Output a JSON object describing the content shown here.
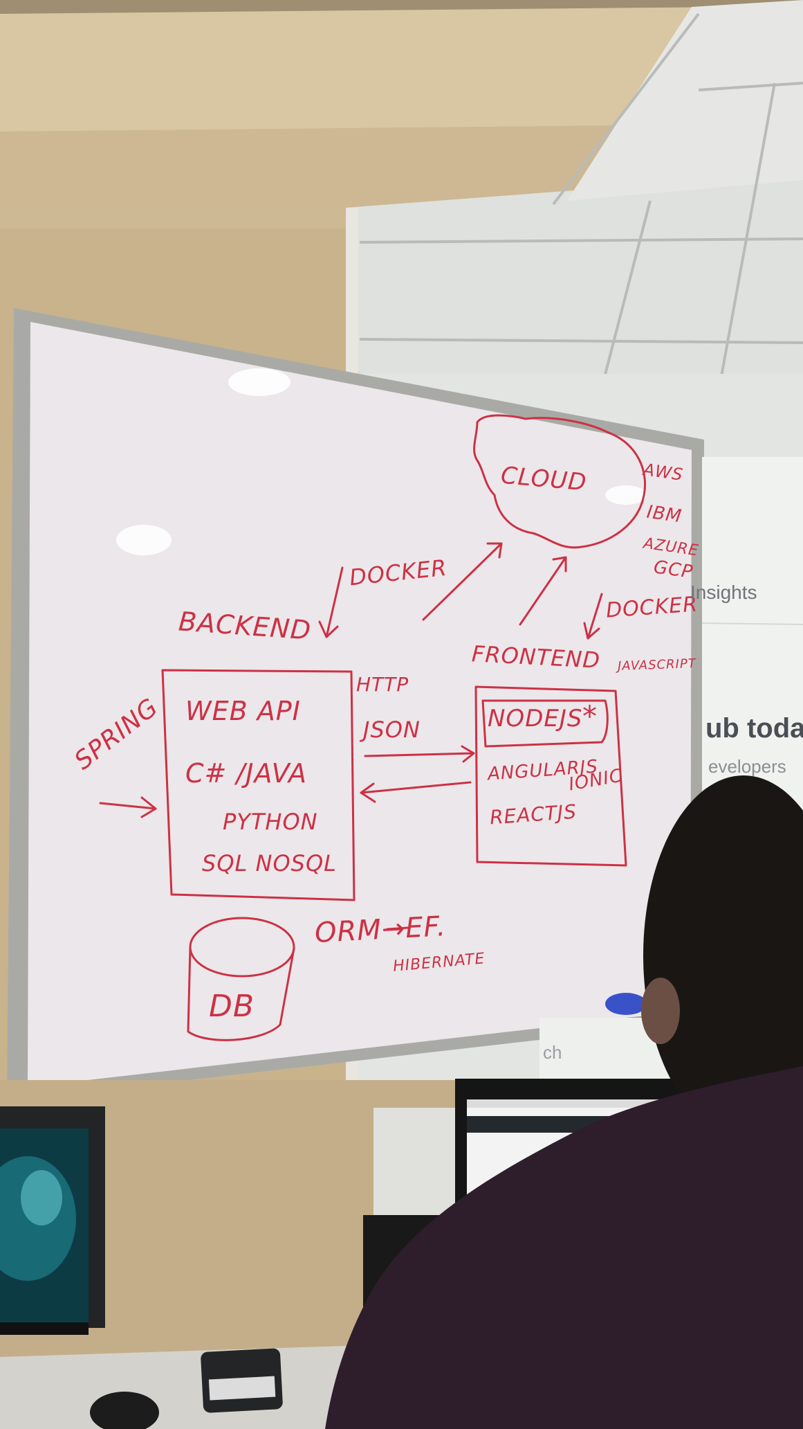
{
  "whiteboard": {
    "cloud": "CLOUD",
    "cloud_providers": [
      "AWS",
      "IBM",
      "AZURE",
      "GCP"
    ],
    "docker_left": "DOCKER",
    "docker_right": "DOCKER",
    "backend": "BACKEND",
    "frontend": "FRONTEND",
    "javascript": "JAVASCRIPT",
    "spring": "SPRING",
    "http": "HTTP",
    "json": "JSON",
    "backend_box": [
      "WEB API",
      "C# /JAVA",
      "PYTHON",
      "SQL NOSQL"
    ],
    "frontend_box": {
      "nodejs": "NODEJS",
      "star": "*",
      "angularjs": "ANGULARJS",
      "ionic": "IONIC",
      "reactjs": "REACTJS"
    },
    "db": "DB",
    "orm": "ORM→EF.",
    "hibernate": "HIBERNATE"
  },
  "projection": {
    "tab": "Insights",
    "headline": "ub toda",
    "subline": "evelopers",
    "search_hint": "ch"
  },
  "colors": {
    "marker": "#cc3145",
    "board": "#ede8ea",
    "wall": "#c9b48e",
    "shirt": "#2e1e2c"
  }
}
